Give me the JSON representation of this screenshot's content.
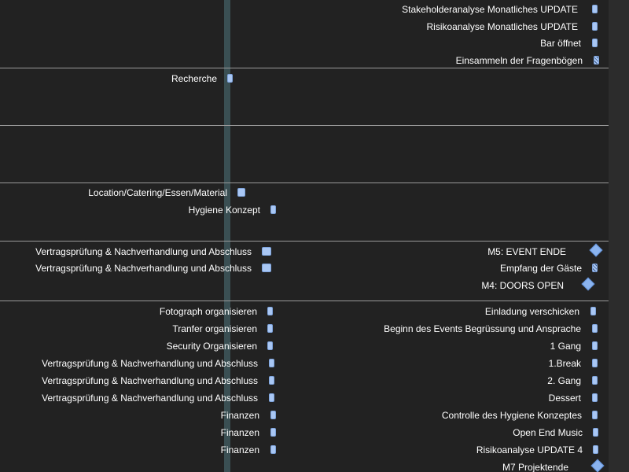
{
  "gantt": {
    "group1": [
      {
        "label": "Stakeholderanalyse Monatliches UPDATE",
        "kind": "bar"
      },
      {
        "label": "Risikoanalyse Monatliches UPDATE",
        "kind": "bar"
      },
      {
        "label": "Bar öffnet",
        "kind": "bar"
      },
      {
        "label": "Einsammeln der Fragenbögen",
        "kind": "bar-hatched"
      }
    ],
    "group2": [
      {
        "label": "Recherche",
        "kind": "bar"
      }
    ],
    "group4": [
      {
        "label": "Location/Catering/Essen/Material",
        "kind": "bar"
      },
      {
        "label": "Hygiene Konzept",
        "kind": "bar"
      }
    ],
    "group5_left": [
      {
        "label": "Vertragsprüfung & Nachverhandlung und Abschluss",
        "kind": "bar"
      },
      {
        "label": "Vertragsprüfung & Nachverhandlung und Abschluss",
        "kind": "bar"
      }
    ],
    "group5_right": [
      {
        "label": "M5: EVENT ENDE",
        "kind": "milestone"
      },
      {
        "label": "Empfang der Gäste",
        "kind": "bar-hatched"
      },
      {
        "label": "M4: DOORS OPEN",
        "kind": "milestone"
      }
    ],
    "group6_left": [
      {
        "label": "Fotograph organisieren",
        "kind": "bar"
      },
      {
        "label": "Tranfer organisieren",
        "kind": "bar"
      },
      {
        "label": "Security Organisieren",
        "kind": "bar"
      },
      {
        "label": "Vertragsprüfung & Nachverhandlung und Abschluss",
        "kind": "bar"
      },
      {
        "label": "Vertragsprüfung & Nachverhandlung und Abschluss",
        "kind": "bar"
      },
      {
        "label": "Vertragsprüfung & Nachverhandlung und Abschluss",
        "kind": "bar"
      },
      {
        "label": "Finanzen",
        "kind": "bar"
      },
      {
        "label": "Finanzen",
        "kind": "bar"
      },
      {
        "label": "Finanzen",
        "kind": "bar"
      }
    ],
    "group6_right": [
      {
        "label": "Einladung verschicken",
        "kind": "bar"
      },
      {
        "label": "Beginn des Events Begrüssung und Ansprache",
        "kind": "bar"
      },
      {
        "label": "1 Gang",
        "kind": "bar"
      },
      {
        "label": "1.Break",
        "kind": "bar"
      },
      {
        "label": "2. Gang",
        "kind": "bar"
      },
      {
        "label": "Dessert",
        "kind": "bar"
      },
      {
        "label": "Controlle des Hygiene Konzeptes",
        "kind": "bar"
      },
      {
        "label": "Open End Music",
        "kind": "bar"
      },
      {
        "label": "Risikoanalyse UPDATE 4",
        "kind": "bar"
      },
      {
        "label": "M7 Projektende",
        "kind": "milestone"
      }
    ]
  },
  "colors": {
    "background": "#222222",
    "task_bar": "#a9c7f4",
    "milestone": "#8bb4f0",
    "today_line": "#3a4f53",
    "divider": "#9a9a9a"
  }
}
